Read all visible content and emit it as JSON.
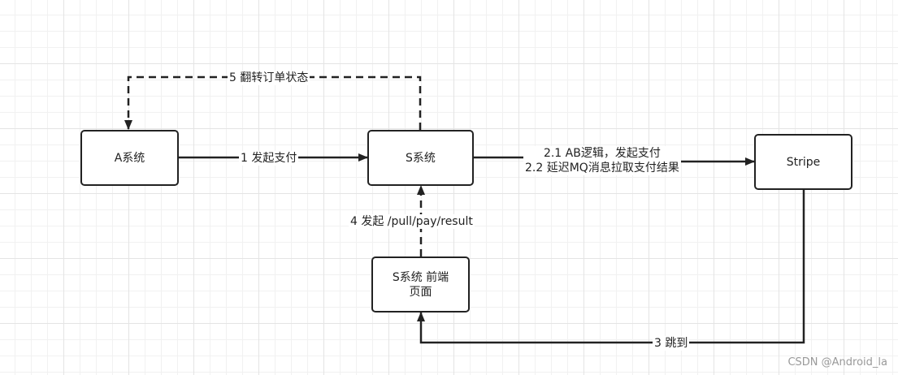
{
  "nodes": {
    "a_system": "A系统",
    "s_system": "S系统",
    "stripe": "Stripe",
    "s_frontend": "S系统 前端\n页面"
  },
  "edges": {
    "initiate_payment": "1 发起支付",
    "ab_logic": "2.1 AB逻辑，发起支付\n2.2 延迟MQ消息拉取支付结果",
    "redirect": "3 跳到",
    "pull_result": "4 发起 /pull/pay/result",
    "flip_order_status": "5 翻转订单状态"
  },
  "watermark": "CSDN @Android_la",
  "colors": {
    "line": "#222222",
    "grid": "#e4e4e4"
  }
}
